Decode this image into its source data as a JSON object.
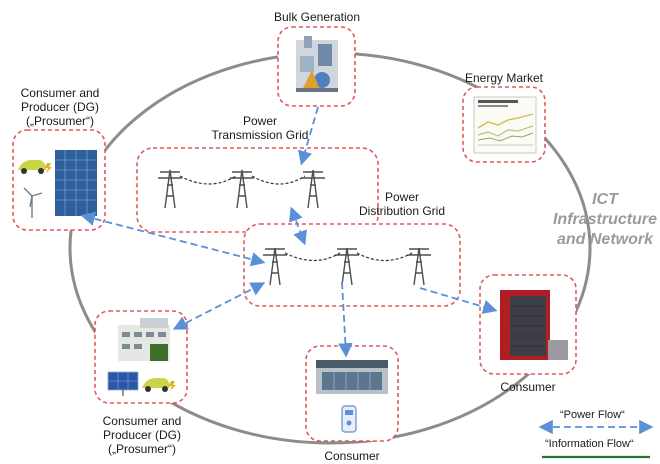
{
  "nodes": {
    "bulk_generation": "Bulk Generation",
    "energy_market": "Energy Market",
    "transmission_grid": [
      "Power",
      "Transmission Grid"
    ],
    "distribution_grid": [
      "Power",
      "Distribution Grid"
    ],
    "prosumer_top": [
      "Consumer and",
      "Producer (DG)",
      "(„Prosumer“)"
    ],
    "prosumer_bottom": [
      "Consumer and",
      "Producer (DG)",
      "(„Prosumer“)"
    ],
    "consumer_right": "Consumer",
    "consumer_bottom": "Consumer"
  },
  "ict": [
    "ICT",
    "Infrastructure",
    "and Network"
  ],
  "legend": {
    "power_flow": "“Power Flow“",
    "information_flow": "“Information Flow“"
  },
  "colors": {
    "node_border": "#e05a5a",
    "ring": "#8c8c8c",
    "power_flow": "#5b8fd6",
    "information_flow": "#1d7a2e",
    "ict_text": "#9b9b9b"
  }
}
